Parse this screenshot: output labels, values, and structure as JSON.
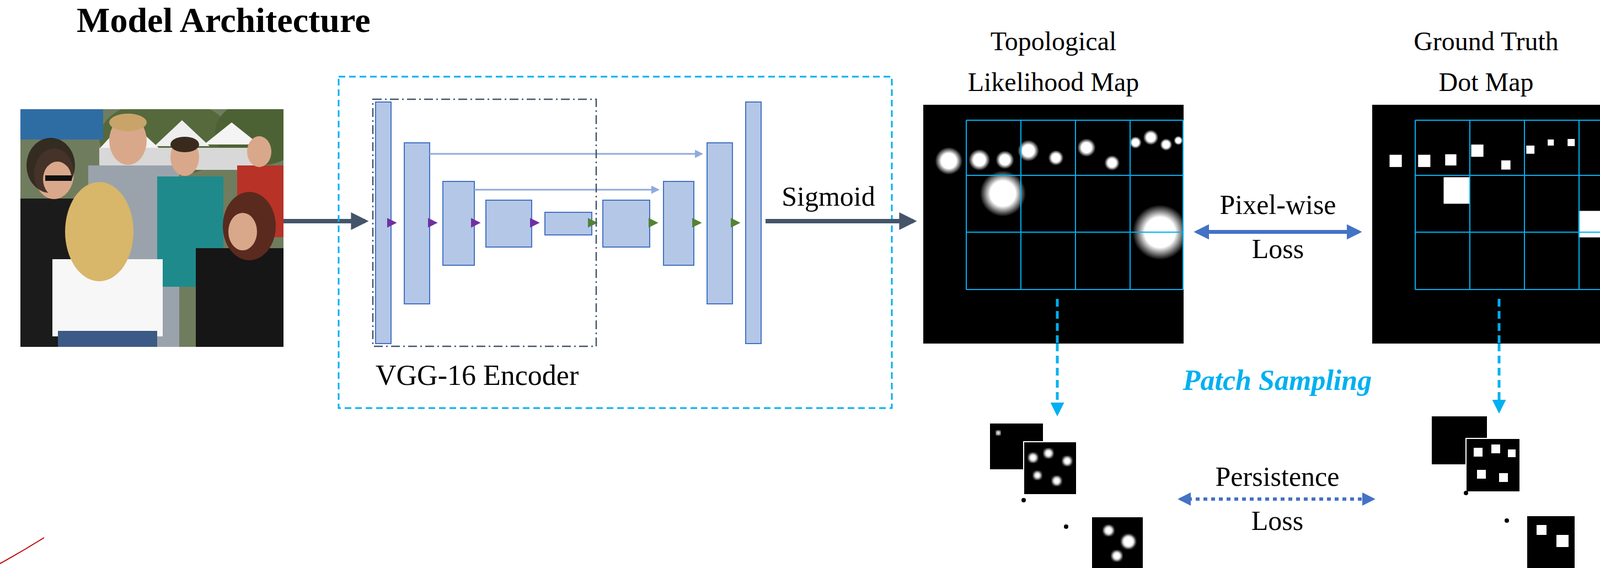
{
  "diagram": {
    "title": "Model Architecture",
    "nodes": [
      {
        "text": [
          "VGG-16 Encoder"
        ]
      },
      {
        "text": [
          "Topological Likelihood Map"
        ]
      },
      {
        "text": [
          "Ground Truth Dot Map"
        ]
      }
    ],
    "edges": [
      {
        "from": 1,
        "to": 2,
        "arrow": "both",
        "label": "Pixel-wise Loss"
      }
    ],
    "labels": [
      "Sigmoid",
      "Patch Sampling",
      "Persistence Loss"
    ]
  }
}
